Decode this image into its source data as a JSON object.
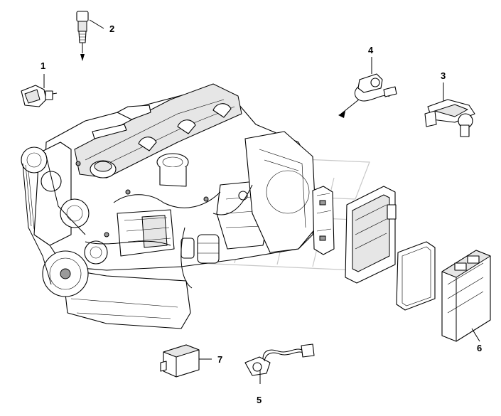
{
  "callouts": [
    {
      "id": "1",
      "label": "1"
    },
    {
      "id": "2",
      "label": "2"
    },
    {
      "id": "3",
      "label": "3"
    },
    {
      "id": "4",
      "label": "4"
    },
    {
      "id": "5",
      "label": "5"
    },
    {
      "id": "6",
      "label": "6"
    },
    {
      "id": "7",
      "label": "7"
    }
  ],
  "colors": {
    "line": "#000000",
    "background": "#ffffff",
    "watermark": "#c8c8c8"
  },
  "icons": [
    "engine-illustration",
    "sensor-1",
    "sensor-2",
    "sensor-3",
    "harness-sensor-4",
    "harness-sensor-5",
    "ecu-module-6",
    "relay-7",
    "ecu-bracket",
    "ecu-gasket"
  ]
}
